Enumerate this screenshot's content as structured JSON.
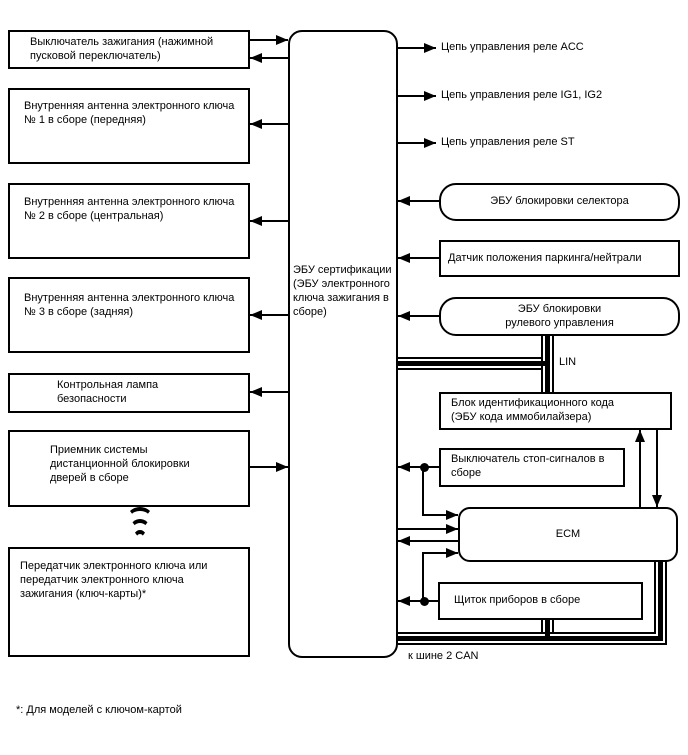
{
  "left_boxes": [
    {
      "label": "Выключатель зажигания (нажимной\nпусковой переключатель)"
    },
    {
      "label": "Внутренняя антенна электронного ключа\n№ 1 в сборе (передняя)"
    },
    {
      "label": "Внутренняя антенна электронного ключа\n№ 2 в сборе (центральная)"
    },
    {
      "label": "Внутренняя антенна электронного ключа\n№ 3 в сборе (задняя)"
    },
    {
      "label": "Контрольная лампа\nбезопасности"
    },
    {
      "label": "Приемник системы\nдистанционной блокировки\nдверей в сборе"
    },
    {
      "label": "Передатчик электронного ключа или\nпередатчик электронного ключа\nзажигания (ключ-карты)*"
    }
  ],
  "center_box": {
    "label": "ЭБУ сертификации\n(ЭБУ электронного\nключа зажигания в\nсборе)"
  },
  "relay_outputs": [
    {
      "label": "Цепь управления реле ACC"
    },
    {
      "label": "Цепь управления реле IG1, IG2"
    },
    {
      "label": "Цепь управления реле ST"
    }
  ],
  "right_boxes": [
    {
      "label": "ЭБУ блокировки селектора"
    },
    {
      "label": "Датчик положения паркинга/нейтрали"
    },
    {
      "label": "ЭБУ блокировки\nрулевого управления"
    },
    {
      "label": "Блок идентификационного кода\n(ЭБУ кода иммобилайзера)"
    },
    {
      "label": "Выключатель стоп-сигналов в\nсборе"
    },
    {
      "label": "ECM"
    },
    {
      "label": "Щиток приборов в сборе"
    }
  ],
  "bus_labels": {
    "lin": "LIN",
    "can": "к шине 2 CAN"
  },
  "footnote": "*: Для моделей с ключом-картой",
  "colors": {
    "line": "#000000",
    "background": "#ffffff"
  }
}
